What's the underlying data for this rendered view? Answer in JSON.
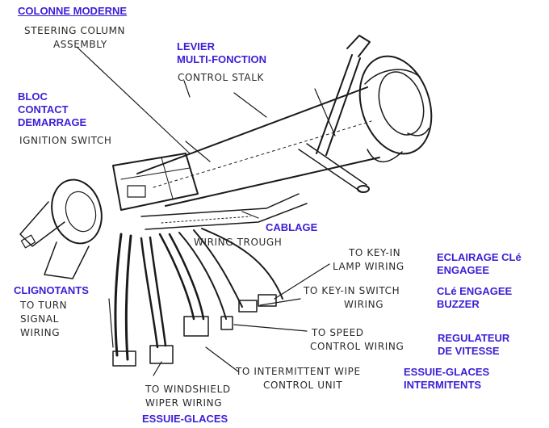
{
  "labels": {
    "steering_column_fr": "COLONNE MODERNE",
    "steering_column_en": [
      "STEERING COLUMN",
      "ASSEMBLY"
    ],
    "control_stalk_fr": [
      "LEVIER",
      "MULTI-FONCTION"
    ],
    "control_stalk_en": "CONTROL STALK",
    "ignition_switch_fr": [
      "BLOC",
      "CONTACT",
      "DEMARRAGE"
    ],
    "ignition_switch_en": "IGNITION SWITCH",
    "wiring_trough_fr": "CABLAGE",
    "wiring_trough_en": "WIRING TROUGH",
    "key_in_lamp_en": [
      "TO KEY-IN",
      "LAMP WIRING"
    ],
    "key_in_lamp_fr": [
      "ECLAIRAGE CLé",
      "ENGAGEE"
    ],
    "key_in_switch_en": [
      "TO KEY-IN SWITCH",
      "WIRING"
    ],
    "key_in_switch_fr": [
      "CLé ENGAGEE",
      "BUZZER"
    ],
    "turn_signal_fr": "CLIGNOTANTS",
    "turn_signal_en": [
      "TO TURN",
      "SIGNAL",
      "WIRING"
    ],
    "speed_control_en": [
      "TO SPEED",
      "CONTROL WIRING"
    ],
    "speed_control_fr": [
      "REGULATEUR",
      "DE VITESSE"
    ],
    "wiper_unit_en": [
      "TO INTERMITTENT WIPE",
      "CONTROL UNIT"
    ],
    "wiper_unit_fr": [
      "ESSUIE-GLACES",
      "INTERMITENTS"
    ],
    "windshield_wiper_en": [
      "TO WINDSHIELD",
      "WIPER WIRING"
    ],
    "windshield_wiper_fr": "ESSUIE-GLACES"
  },
  "colors": {
    "french_label": "#3b1fd6",
    "english_label": "#2a2a2a",
    "line_art": "#1a1a1a"
  }
}
